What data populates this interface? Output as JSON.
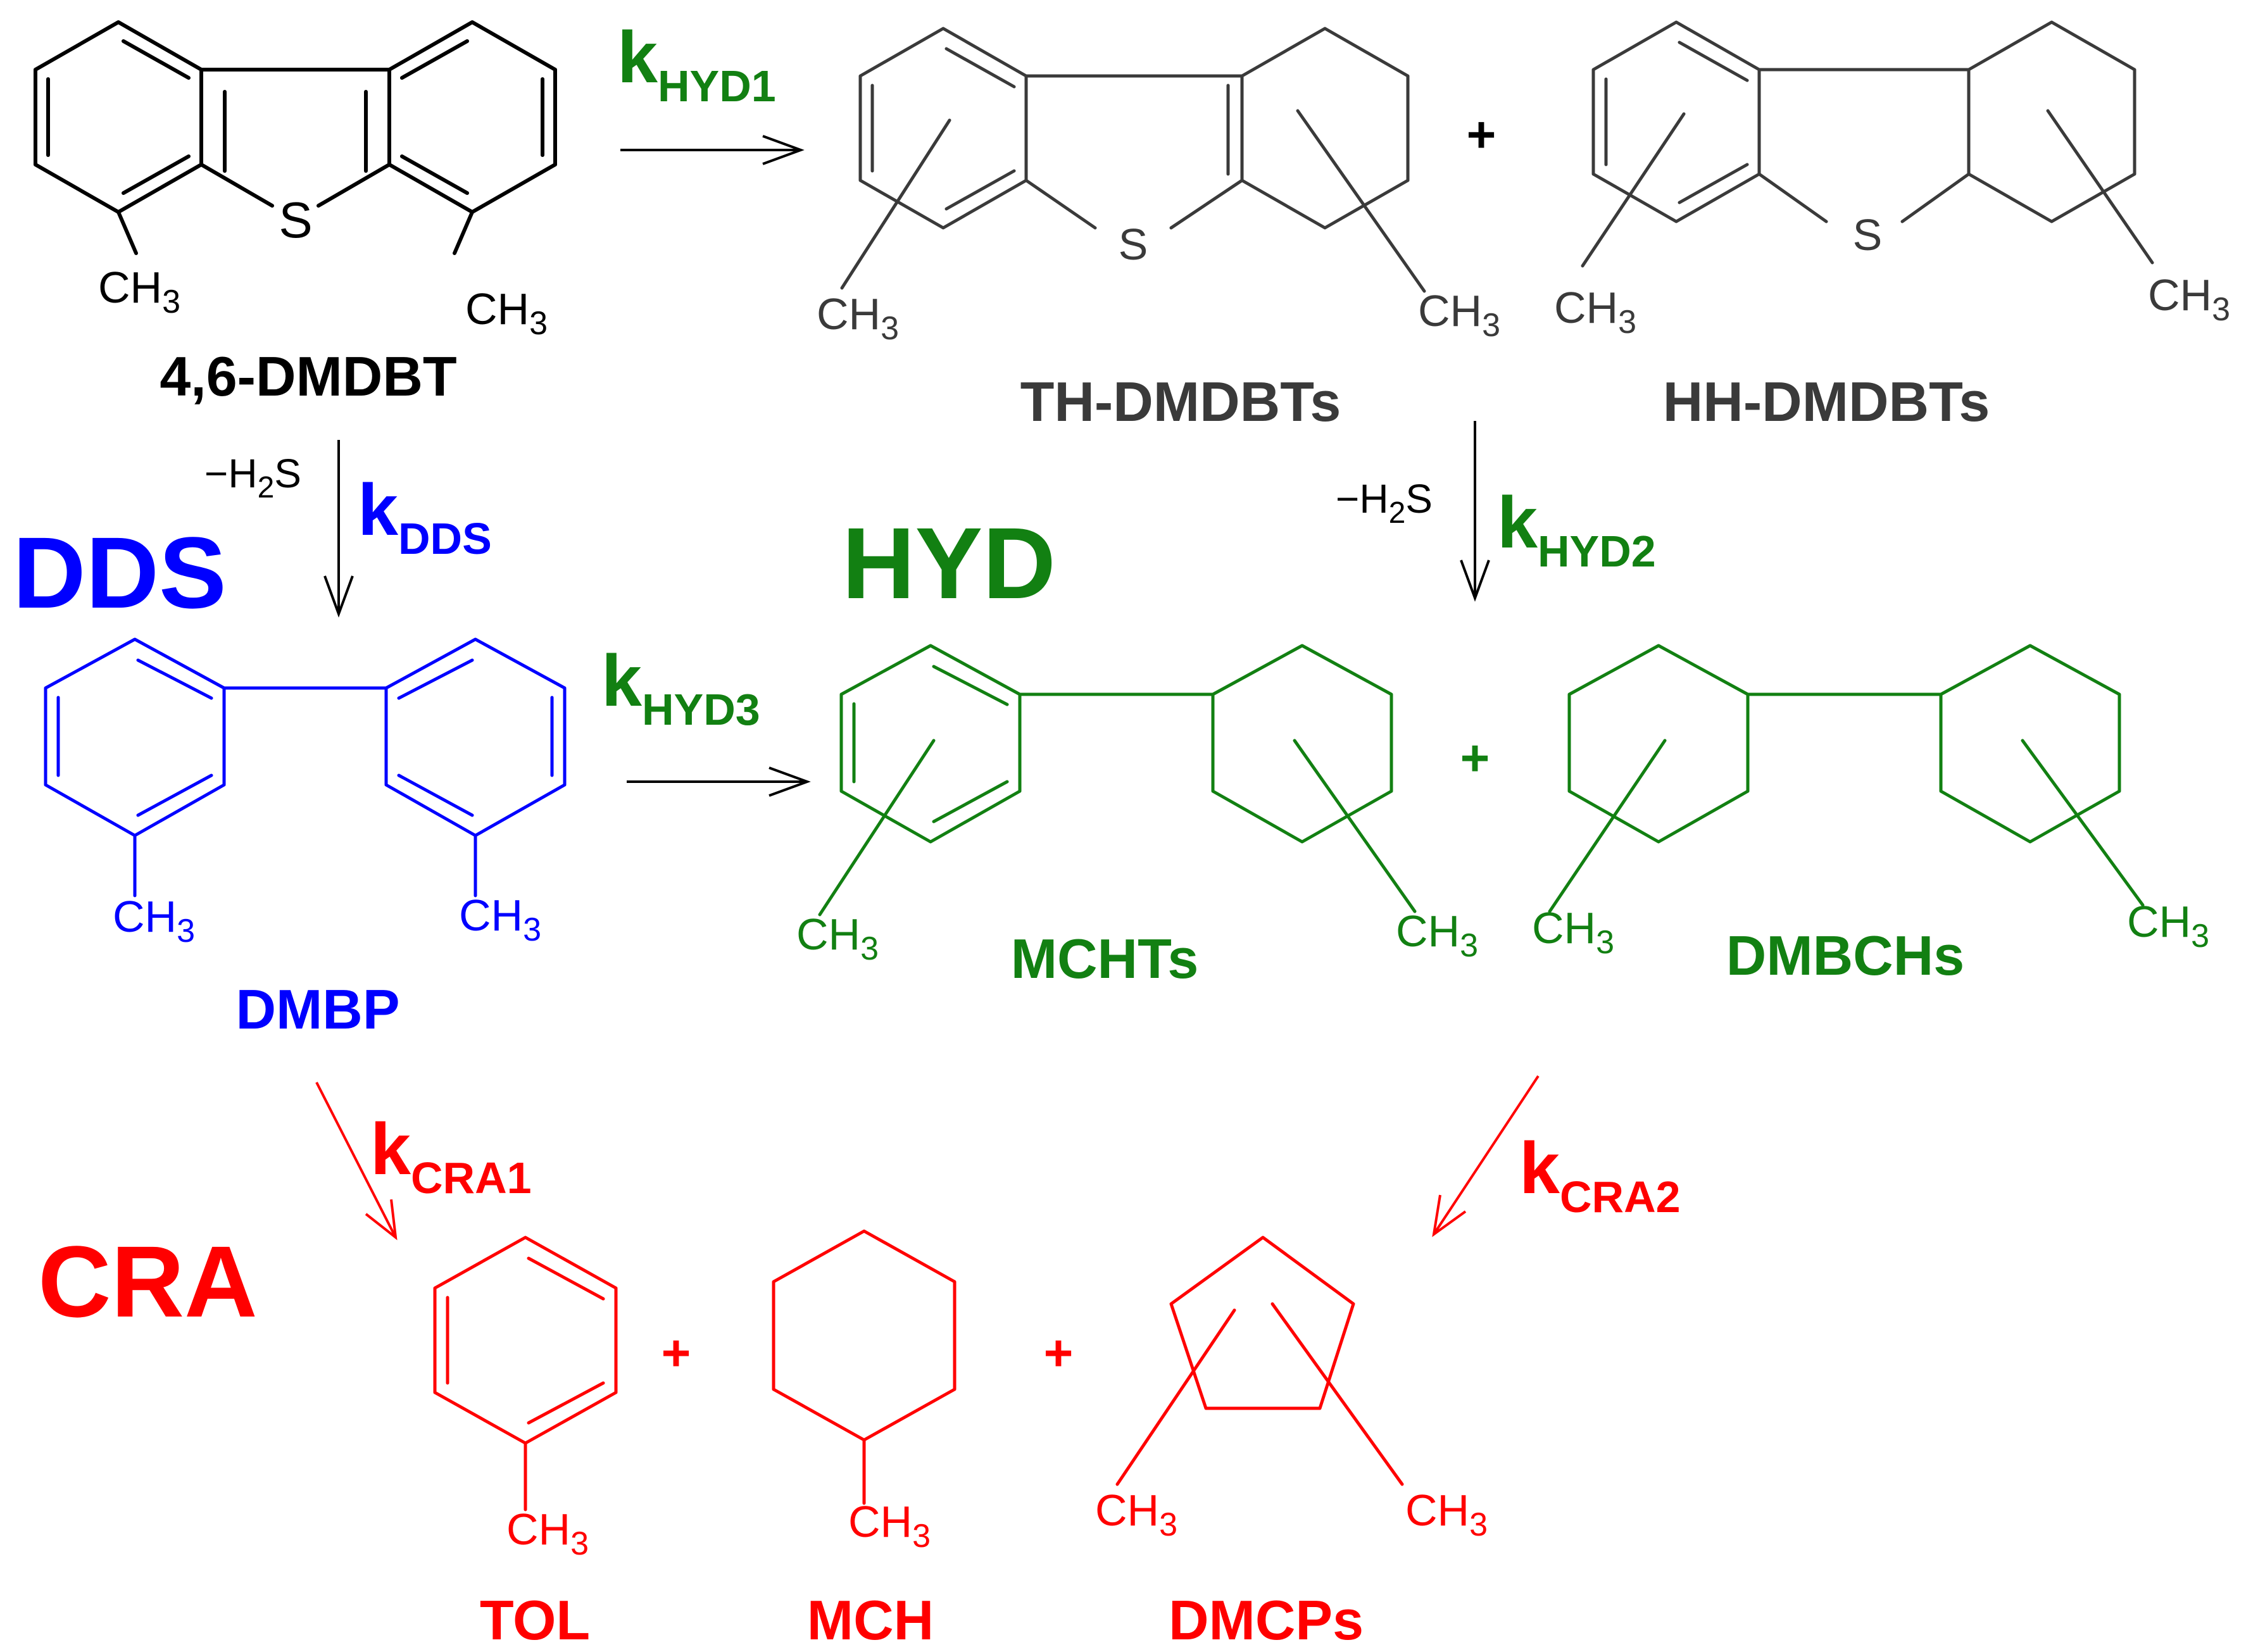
{
  "colors": {
    "black": "#000000",
    "gray": "#3a3a3a",
    "blue": "#0000ff",
    "green": "#128012",
    "red": "#ff0000"
  },
  "common": {
    "ch3": "CH",
    "three": "3",
    "sulfur": "S",
    "plus": "+",
    "minus_h2s_a": "−H",
    "minus_h2s_sub": "2",
    "minus_h2s_b": "S"
  },
  "compounds": {
    "dmdbt": "4,6-DMDBT",
    "th_dmdbts": "TH-DMDBTs",
    "hh_dmdbts": "HH-DMDBTs",
    "dmbp": "DMBP",
    "mchts": "MCHTs",
    "dmbchs": "DMBCHs",
    "tol": "TOL",
    "mch": "MCH",
    "dmcps": "DMCPs"
  },
  "pathways": {
    "dds": "DDS",
    "hyd": "HYD",
    "cra": "CRA"
  },
  "rate_constants": {
    "k": "k",
    "hyd1": "HYD1",
    "hyd2": "HYD2",
    "hyd3": "HYD3",
    "dds": "DDS",
    "cra1": "CRA1",
    "cra2": "CRA2"
  }
}
